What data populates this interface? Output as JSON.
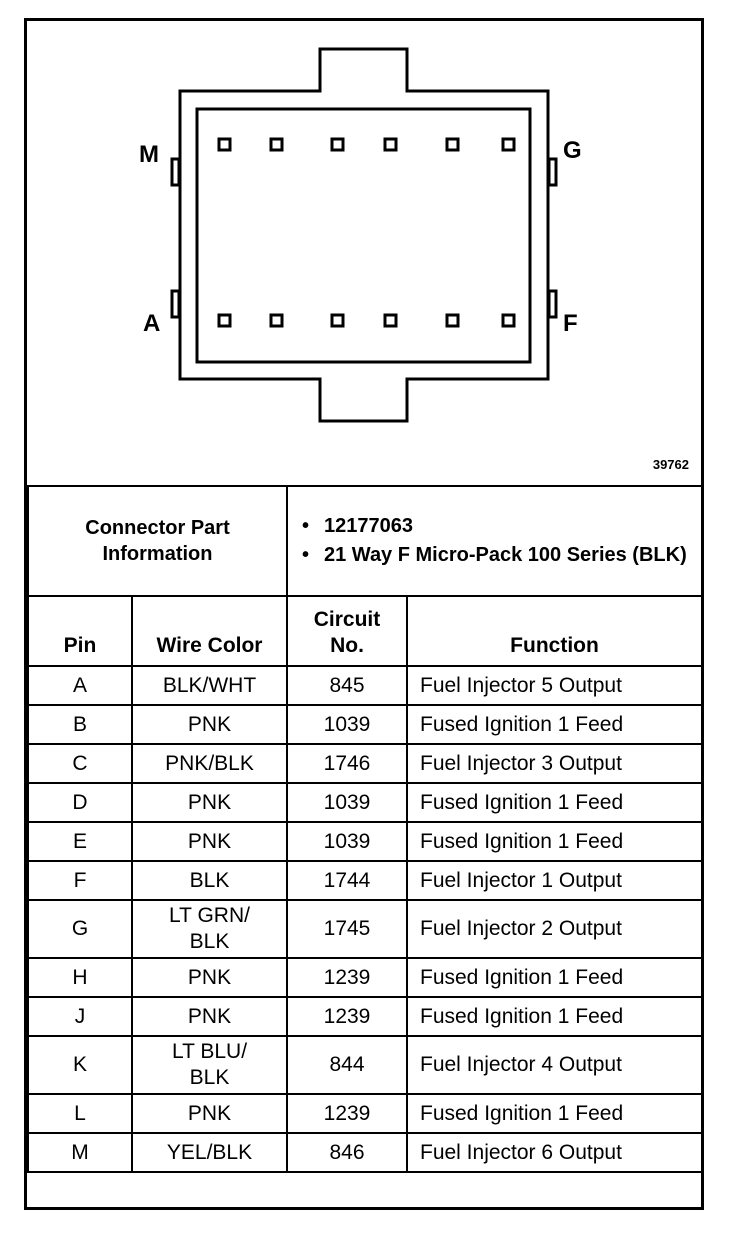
{
  "diagram": {
    "pin_labels": {
      "top_left": "M",
      "top_right": "G",
      "bottom_left": "A",
      "bottom_right": "F"
    },
    "figure_number": "39762"
  },
  "connector_info": {
    "label_line1": "Connector Part",
    "label_line2": "Information",
    "items": [
      "12177063",
      "21 Way F Micro-Pack 100 Series (BLK)"
    ]
  },
  "table": {
    "headers": {
      "pin": "Pin",
      "wire_color": "Wire Color",
      "circuit_line1": "Circuit",
      "circuit_line2": "No.",
      "function": "Function"
    },
    "rows": [
      {
        "pin": "A",
        "wire_color": "BLK/WHT",
        "circuit": "845",
        "function": "Fuel Injector 5 Output"
      },
      {
        "pin": "B",
        "wire_color": "PNK",
        "circuit": "1039",
        "function": "Fused Ignition 1 Feed"
      },
      {
        "pin": "C",
        "wire_color": "PNK/BLK",
        "circuit": "1746",
        "function": "Fuel Injector 3 Output"
      },
      {
        "pin": "D",
        "wire_color": "PNK",
        "circuit": "1039",
        "function": "Fused Ignition 1 Feed"
      },
      {
        "pin": "E",
        "wire_color": "PNK",
        "circuit": "1039",
        "function": "Fused Ignition 1 Feed"
      },
      {
        "pin": "F",
        "wire_color": "BLK",
        "circuit": "1744",
        "function": "Fuel Injector 1 Output"
      },
      {
        "pin": "G",
        "wire_color_line1": "LT GRN/",
        "wire_color_line2": "BLK",
        "circuit": "1745",
        "function": "Fuel Injector 2 Output"
      },
      {
        "pin": "H",
        "wire_color": "PNK",
        "circuit": "1239",
        "function": "Fused Ignition 1 Feed"
      },
      {
        "pin": "J",
        "wire_color": "PNK",
        "circuit": "1239",
        "function": "Fused Ignition 1 Feed"
      },
      {
        "pin": "K",
        "wire_color_line1": "LT BLU/",
        "wire_color_line2": "BLK",
        "circuit": "844",
        "function": "Fuel Injector 4 Output"
      },
      {
        "pin": "L",
        "wire_color": "PNK",
        "circuit": "1239",
        "function": "Fused Ignition 1 Feed"
      },
      {
        "pin": "M",
        "wire_color": "YEL/BLK",
        "circuit": "846",
        "function": "Fuel Injector 6 Output"
      }
    ]
  }
}
